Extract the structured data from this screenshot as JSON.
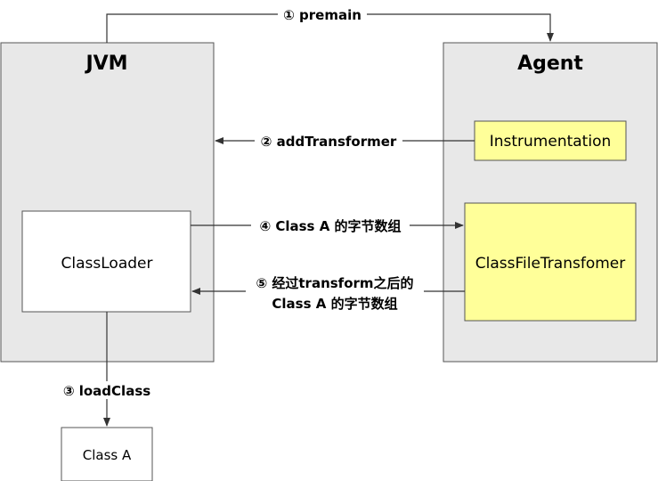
{
  "nodes": {
    "jvm": {
      "title": "JVM"
    },
    "agent": {
      "title": "Agent"
    },
    "instrumentation": {
      "label": "Instrumentation"
    },
    "classloader": {
      "label": "ClassLoader"
    },
    "transformer": {
      "label": "ClassFileTransfomer"
    },
    "class_a": {
      "label": "Class A"
    }
  },
  "edges": {
    "premain": {
      "label": "① premain"
    },
    "add_transformer": {
      "label": "② addTransformer"
    },
    "load_class": {
      "label": "③ loadClass"
    },
    "bytes_in": {
      "label": "④ Class A 的字节数组"
    },
    "bytes_out": {
      "line1": "⑤ 经过transform之后的",
      "line2": "Class A 的字节数组"
    }
  },
  "colors": {
    "container_fill": "#e8e8e8",
    "highlight_fill": "#ffff99",
    "stroke": "#555555"
  }
}
